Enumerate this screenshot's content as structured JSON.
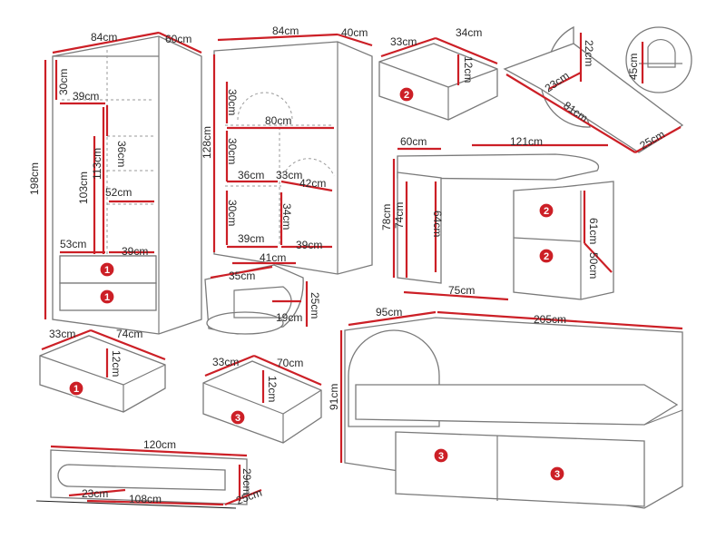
{
  "colors": {
    "outline": "#7a7a7a",
    "dimension_line": "#cc1f26",
    "badge": "#cc1f26",
    "text": "#2a2a2a"
  },
  "wardrobe": {
    "width": "84cm",
    "depth": "60cm",
    "height": "198cm",
    "top": "30cm",
    "shelf_w": "39cm",
    "s1": "36cm",
    "s2": "103cm",
    "s3": "113cm",
    "s4": "52cm",
    "s5": "53cm",
    "s6": "39cm",
    "drawer1": "1",
    "drawer2": "1"
  },
  "bookcase": {
    "width": "84cm",
    "depth": "40cm",
    "height": "128cm",
    "s1": "30cm",
    "s2": "80cm",
    "s3": "30cm",
    "s4": "36cm",
    "s5": "33cm",
    "s6": "42cm",
    "s7": "30cm",
    "s8": "34cm",
    "s9": "39cm",
    "s10": "39cm"
  },
  "drawer_small": {
    "w": "33cm",
    "d": "34cm",
    "h": "12cm",
    "badge": "2"
  },
  "corner_shelf": {
    "a": "22cm",
    "b": "23cm",
    "c": "81cm",
    "d": "25cm"
  },
  "detail": {
    "h": "45cm"
  },
  "desk": {
    "depth": "60cm",
    "width": "121cm",
    "height": "78cm",
    "inner_h": "74cm",
    "leg_h": "64cm",
    "knee": "75cm",
    "ped_h": "61cm",
    "ped_d": "50cm",
    "badge1": "2",
    "badge2": "2"
  },
  "nightstand": {
    "w": "41cm",
    "d": "35cm",
    "h": "25cm",
    "shelf": "19cm"
  },
  "drawer_big": {
    "w": "33cm",
    "d": "74cm",
    "h": "12cm",
    "badge": "1"
  },
  "drawer_mid": {
    "w": "33cm",
    "d": "70cm",
    "h": "12cm",
    "badge": "3"
  },
  "bed": {
    "depth": "95cm",
    "width": "205cm",
    "height": "91cm",
    "badge1": "3",
    "badge2": "3"
  },
  "wall_shelf": {
    "width": "120cm",
    "height": "29cm",
    "radius": "23cm",
    "length": "108cm",
    "depth": "25cm"
  }
}
